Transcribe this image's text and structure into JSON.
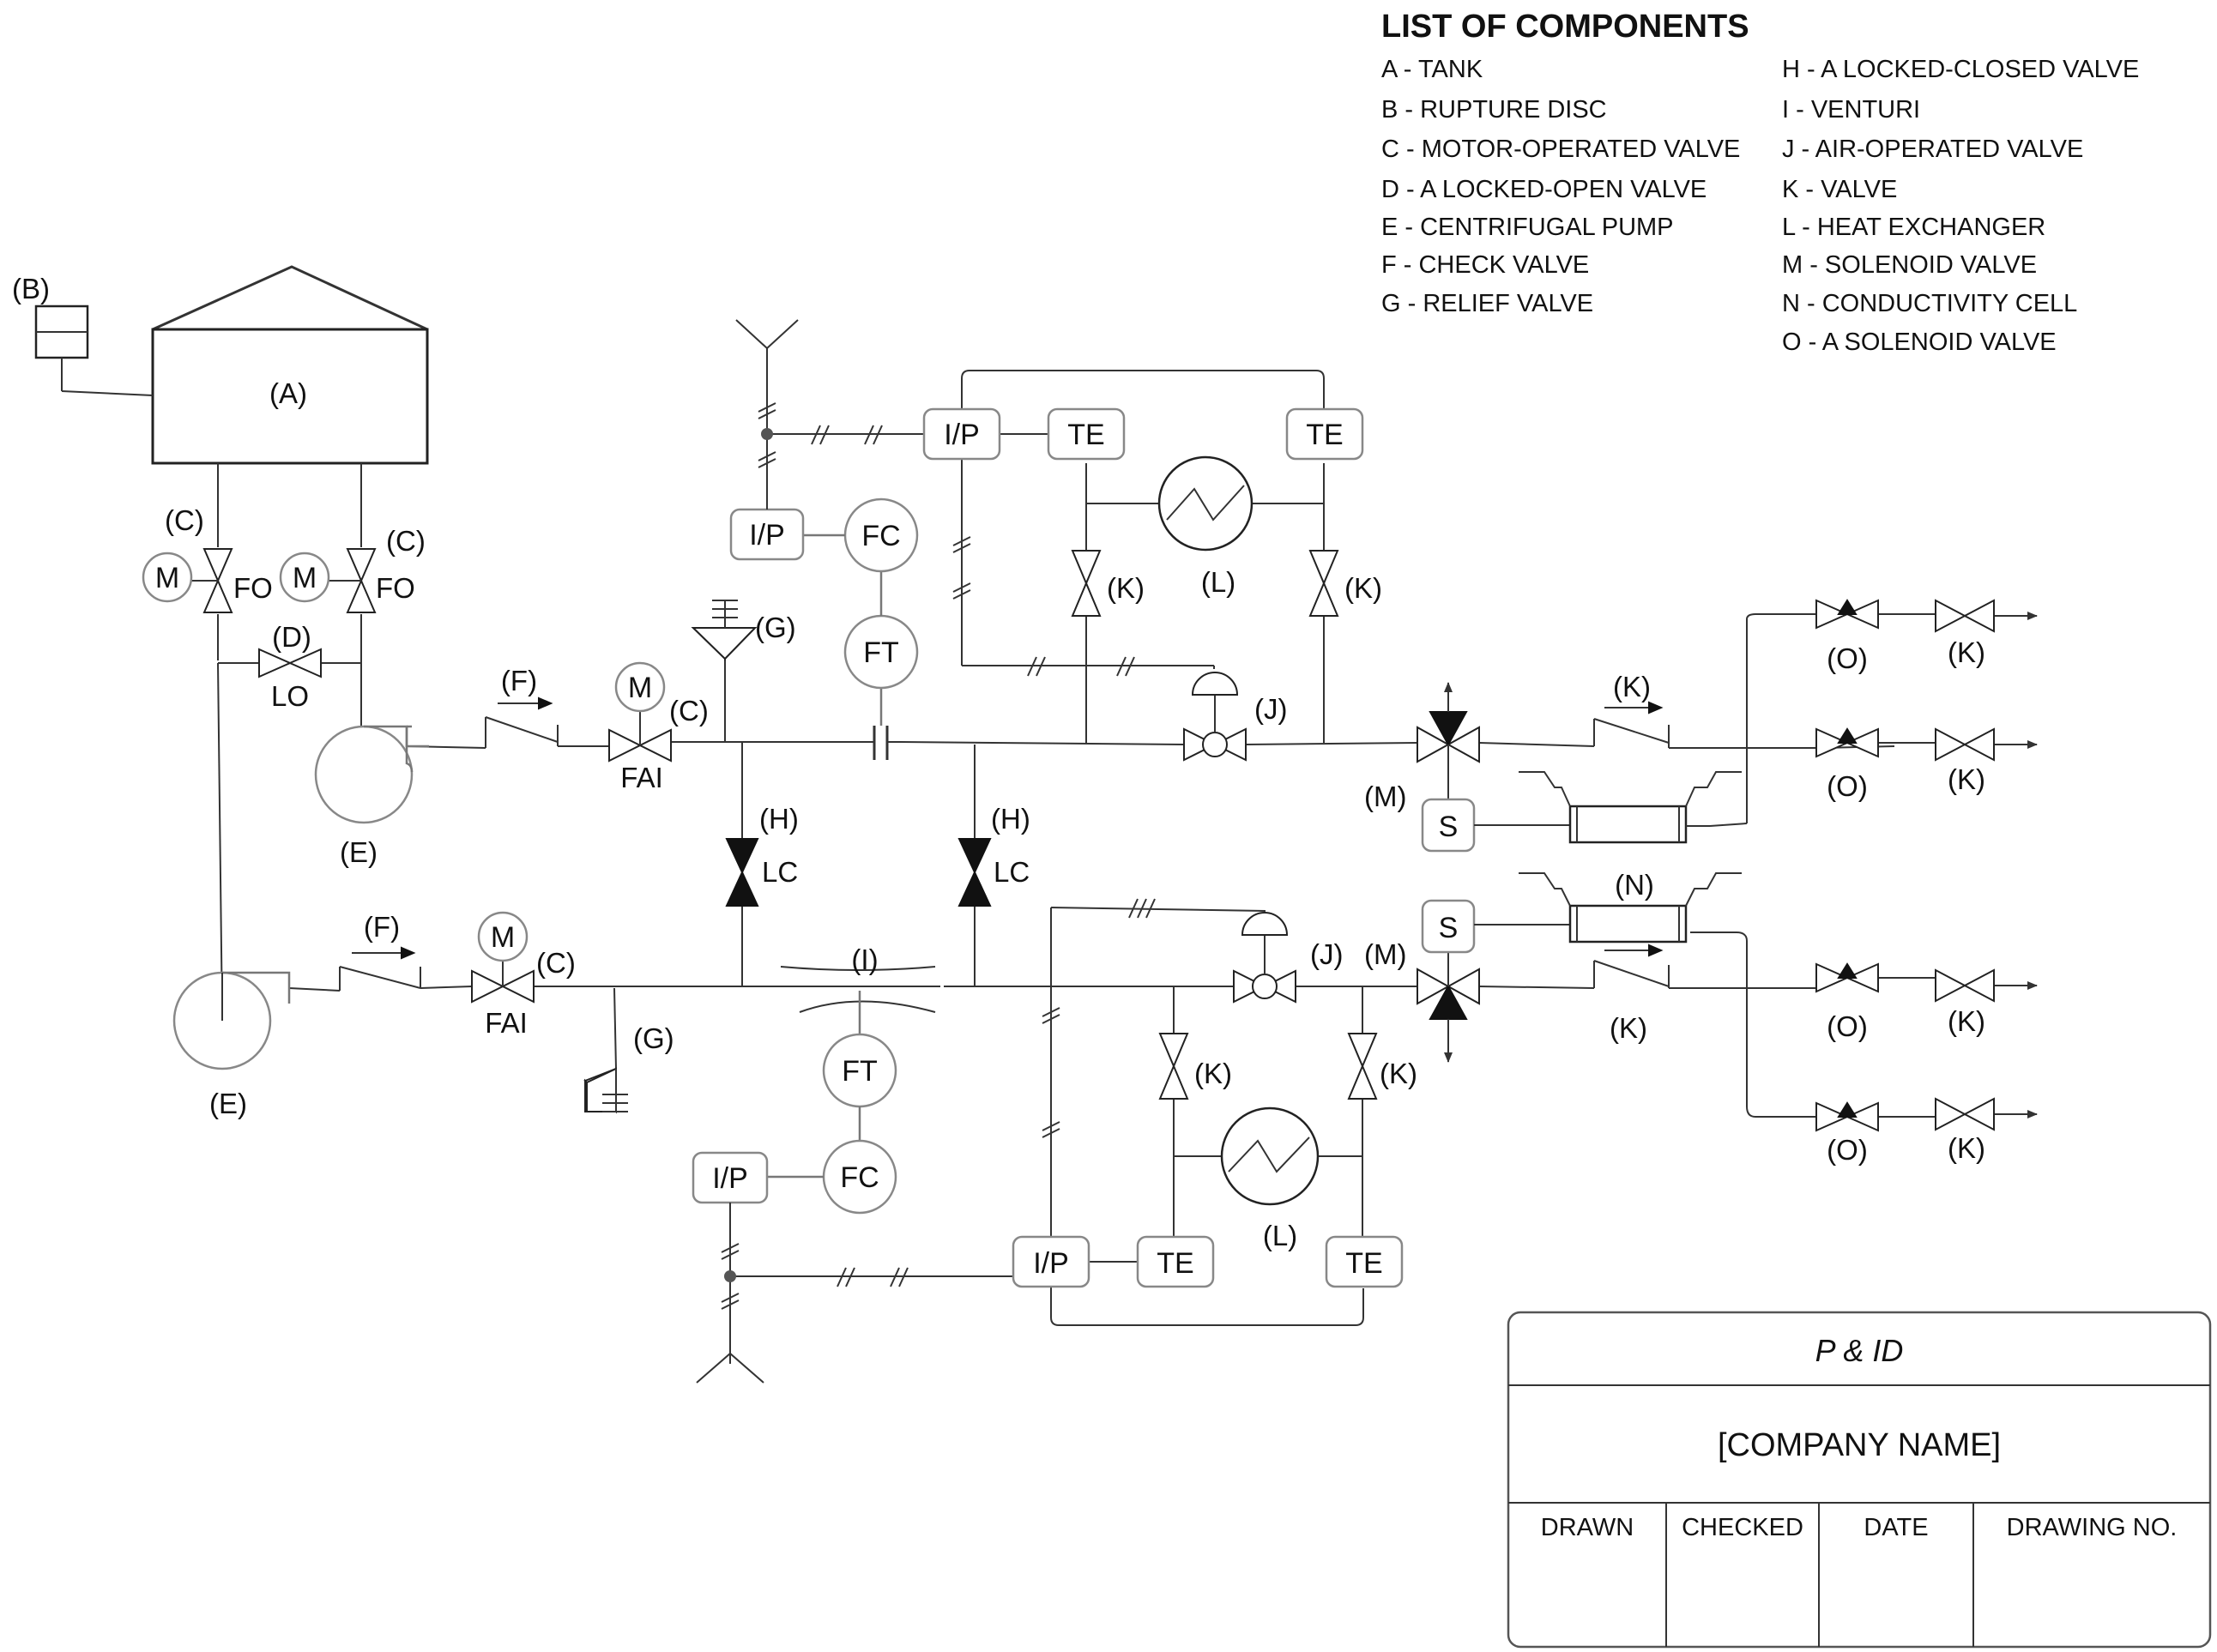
{
  "components": {
    "title": "LIST OF COMPONENTS",
    "left": [
      "A - TANK",
      "B - RUPTURE DISC",
      "C - MOTOR-OPERATED VALVE",
      "D - A LOCKED-OPEN VALVE",
      "E - CENTRIFUGAL PUMP",
      "F - CHECK VALVE",
      "G - RELIEF VALVE"
    ],
    "right": [
      "H - A LOCKED-CLOSED VALVE",
      "I - VENTURI",
      "J - AIR-OPERATED VALVE",
      "K - VALVE",
      "L - HEAT EXCHANGER",
      "M - SOLENOID VALVE",
      "N - CONDUCTIVITY CELL",
      "O - A SOLENOID VALVE"
    ]
  },
  "labels": {
    "a": "(A)",
    "b": "(B)",
    "c": "(C)",
    "d": "(D)",
    "e": "(E)",
    "f": "(F)",
    "g": "(G)",
    "h": "(H)",
    "i": "(I)",
    "j": "(J)",
    "k": "(K)",
    "l": "(L)",
    "m": "(M)",
    "n": "(N)",
    "o": "(O)",
    "fo": "FO",
    "lo": "LO",
    "fai": "FAI",
    "lc": "LC"
  },
  "instruments": {
    "motor": "M",
    "ip": "I/P",
    "fc": "FC",
    "ft": "FT",
    "te": "TE",
    "solenoid": "S"
  },
  "title_block": {
    "title": "P & ID",
    "company": "[COMPANY NAME]",
    "drawn": "DRAWN",
    "checked": "CHECKED",
    "date": "DATE",
    "drawing_no": "DRAWING NO."
  }
}
